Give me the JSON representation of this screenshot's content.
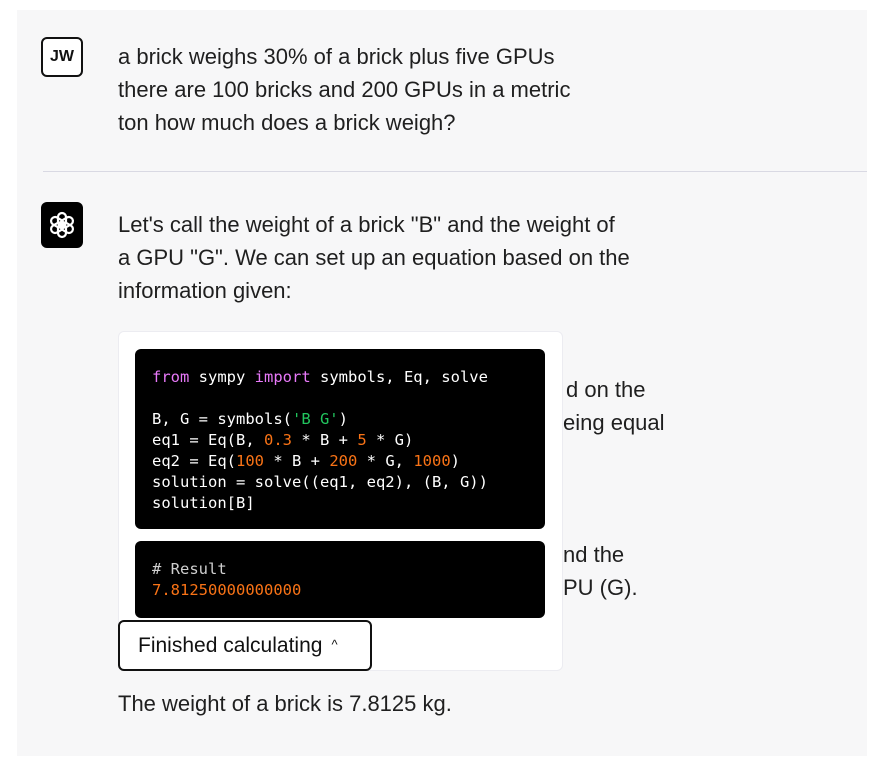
{
  "user_message": {
    "avatar_initials": "JW",
    "lines": [
      "a brick weighs 30% of a brick plus five GPUs",
      "there are 100 bricks and 200 GPUs in a metric",
      "ton how much does a brick weigh?"
    ]
  },
  "assistant_message": {
    "avatar_icon": "openai-logo-icon",
    "intro_lines": [
      "Let's call the weight of a brick \"B\" and the weight of",
      "a GPU \"G\". We can set up an equation based on the",
      "information given:"
    ],
    "obscured_fragments": [
      "d on the",
      "eing equal",
      "nd the",
      "PU (G)."
    ],
    "code": {
      "line1": {
        "kw1": "from",
        "t1": " sympy ",
        "kw2": "import",
        "t2": " symbols, Eq, solve"
      },
      "line2": {
        "t1": "B, G = symbols(",
        "s1": "'B G'",
        "t2": ")"
      },
      "line3": {
        "t1": "eq1 = Eq(B, ",
        "n1": "0.3",
        "t2": " * B + ",
        "n2": "5",
        "t3": " * G)"
      },
      "line4": {
        "t1": "eq2 = Eq(",
        "n1": "100",
        "t2": " * B + ",
        "n2": "200",
        "t3": " * G, ",
        "n3": "1000",
        "t4": ")"
      },
      "line5": "solution = solve((eq1, eq2), (B, G))",
      "line6": "solution[B]"
    },
    "result": {
      "comment": "# Result",
      "value": "7.81250000000000"
    },
    "finished_button_label": "Finished calculating",
    "final_answer": "The weight of a brick is 7.8125 kg."
  },
  "colors": {
    "panel_bg": "#f7f7f8",
    "code_bg": "#000000",
    "keyword": "#e879f9",
    "number": "#f97316",
    "string": "#22c55e"
  }
}
